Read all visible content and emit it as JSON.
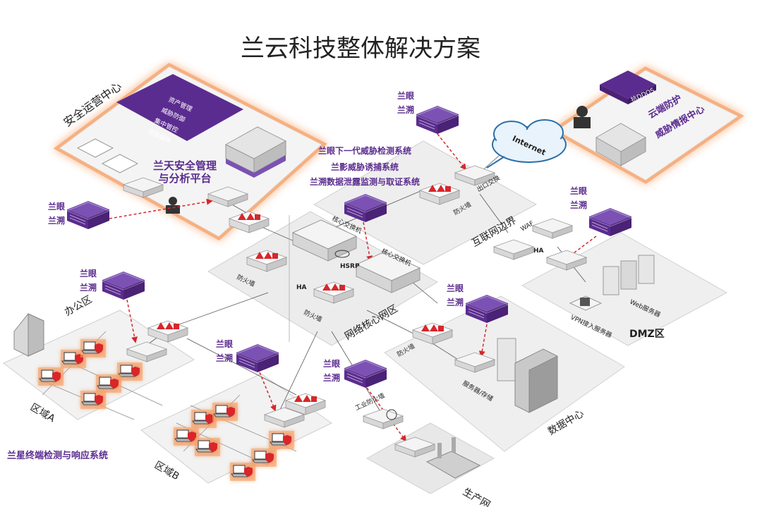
{
  "title": "兰云科技整体解决方案",
  "soc": {
    "label": "安全运营中心",
    "panel_items": [
      "资产管理",
      "威胁防御",
      "集中管控",
      "流程编排"
    ],
    "platform_line1": "兰天安全管理",
    "platform_line2": "与分析平台"
  },
  "cloud": {
    "ddos_label": "抗DDOS",
    "line1": "云端防护",
    "line2": "威胁情报中心",
    "internet": "Internet"
  },
  "products": {
    "line1": "兰眼下一代威胁检测系统",
    "line2": "兰影威胁诱捕系统",
    "line3": "兰溯数据泄露监测与取证系统"
  },
  "probe_label": {
    "a": "兰眼",
    "b": "兰溯"
  },
  "zones": {
    "internet_border": "互联网边界",
    "core": "网络核心网区",
    "dmz": "DMZ区",
    "office": "办公区",
    "area_a": "区域A",
    "area_b": "区域B",
    "datacenter": "数据中心",
    "production": "生产网"
  },
  "devices": {
    "exit_switch": "出口交换",
    "firewall": "防火墙",
    "core_switch": "核心交换机",
    "hsrp": "HSRP",
    "ha": "HA",
    "waf": "WAF",
    "vpn": "VPN接入服务器",
    "web": "Web服务器",
    "server_storage": "服务器/存储",
    "industrial_fw": "工业防火墙"
  },
  "edr": "兰星终端检测与响应系统",
  "colors": {
    "purple": "#5b2c8f",
    "orange": "#f5a36a",
    "red": "#d8262b",
    "platform": "#f0f0f0"
  }
}
